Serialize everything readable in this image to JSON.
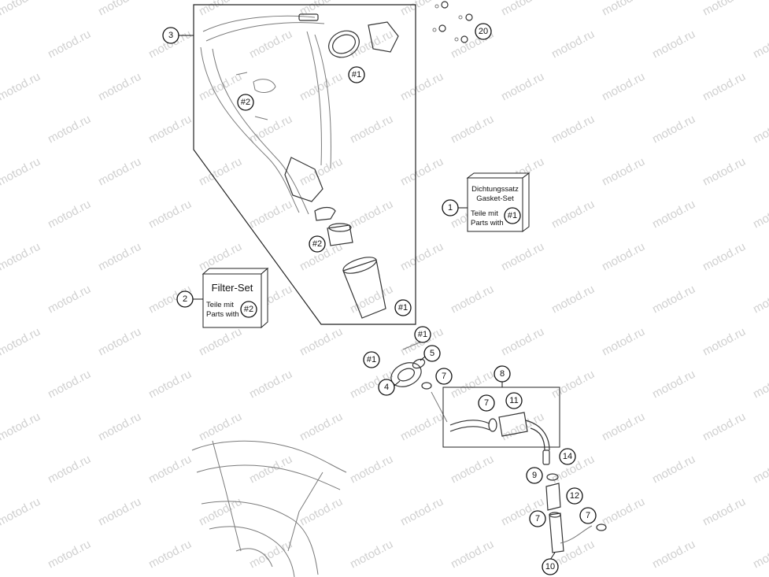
{
  "watermark": "motod.ru",
  "callouts": {
    "c3": "3",
    "c20": "20",
    "c1a": "#1",
    "c2a": "#2",
    "c1": "1",
    "c1b": "#1",
    "c2b": "#2",
    "c2": "2",
    "c2c": "#2",
    "c1c": "#1",
    "c1d": "#1",
    "c1e": "#1",
    "c5": "5",
    "c4": "4",
    "c7a": "7",
    "c8": "8",
    "c7b": "7",
    "c11": "11",
    "c14": "14",
    "c9": "9",
    "c12": "12",
    "c7c": "7",
    "c7d": "7",
    "c10": "10"
  },
  "gasket_box": {
    "title_de": "Dichtungssatz",
    "title_en": "Gasket-Set",
    "line_de": "Teile mit",
    "line_en": "Parts with"
  },
  "filter_box": {
    "title": "Filter-Set",
    "line_de": "Teile mit",
    "line_en": "Parts with"
  }
}
